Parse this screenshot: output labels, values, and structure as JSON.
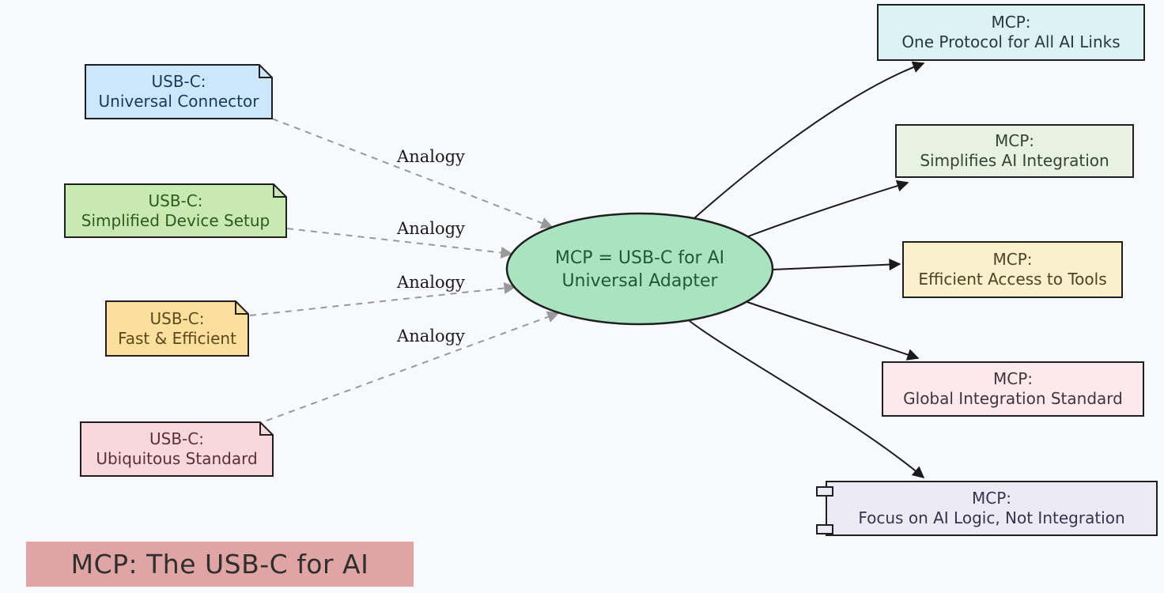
{
  "canvas": {
    "background": "#f8f9fc"
  },
  "title": {
    "text": "MCP: The USB-C for AI",
    "bg": "#e0a4a4",
    "color": "#2f2f2f"
  },
  "center_node": {
    "line1": "MCP = USB-C for AI",
    "line2": "Universal Adapter",
    "fill": "#aae3bf",
    "text_color": "#1d5b35"
  },
  "left_nodes": [
    {
      "line1": "USB-C:",
      "line2": "Universal Connector",
      "fill": "#cde7fa",
      "text_color": "#173a5c"
    },
    {
      "line1": "USB-C:",
      "line2": "Simplified Device Setup",
      "fill": "#c9e9b3",
      "text_color": "#2c5a1f"
    },
    {
      "line1": "USB-C:",
      "line2": "Fast & Efficient",
      "fill": "#fbdf9c",
      "text_color": "#5c481c"
    },
    {
      "line1": "USB-C:",
      "line2": "Ubiquitous Standard",
      "fill": "#f8d7dd",
      "text_color": "#5c2e3a"
    }
  ],
  "right_nodes": [
    {
      "line1": "MCP:",
      "line2": "One Protocol for All AI Links",
      "fill": "#dcf2f4",
      "text_color": "#263a3d"
    },
    {
      "line1": "MCP:",
      "line2": "Simplifies AI Integration",
      "fill": "#e7f2e3",
      "text_color": "#31452f"
    },
    {
      "line1": "MCP:",
      "line2": "Efficient Access to Tools",
      "fill": "#faf0cb",
      "text_color": "#4c4426"
    },
    {
      "line1": "MCP:",
      "line2": "Global Integration Standard",
      "fill": "#fbe9ee",
      "text_color": "#45333a"
    },
    {
      "line1": "MCP:",
      "line2": "Focus on AI Logic, Not Integration",
      "fill": "#eceaf5",
      "text_color": "#38334d"
    }
  ],
  "edges": {
    "analogy_labels": [
      "Analogy",
      "Analogy",
      "Analogy",
      "Analogy"
    ],
    "dashed_color": "#999999",
    "solid_color": "#1a1a1a",
    "shape_stroke": "#1f1f1f"
  }
}
